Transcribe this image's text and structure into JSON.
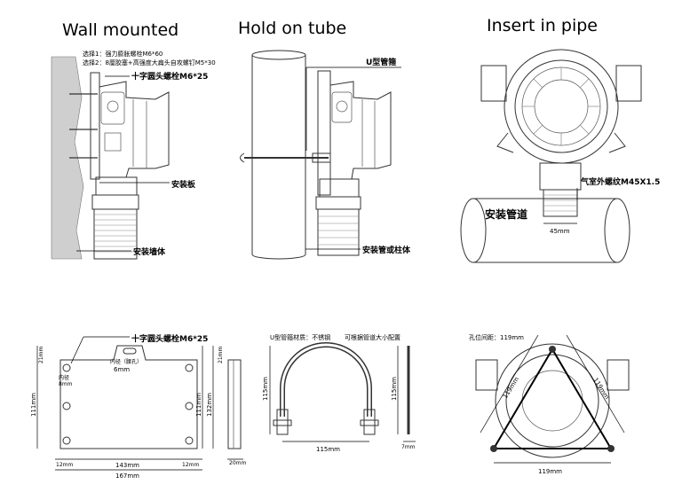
{
  "headings": {
    "wall": "Wall mounted",
    "tube": "Hold on tube",
    "pipe": "Insert in pipe"
  },
  "wall_mounted": {
    "option1": "选择1：强力膨胀螺栓M6*60",
    "option2": "选择2：8厘胶塞+高强度大扁头自攻螺钉M5*30",
    "screw": "十字圆头螺栓M6*25",
    "plate": "安装板",
    "wall": "安装墙体"
  },
  "hold_on_tube": {
    "u_bolt": "U型管箍",
    "pipe_or_column": "安装管或柱体"
  },
  "insert_in_pipe": {
    "thread": "气室外螺纹M45X1.5",
    "pipe": "安装管道",
    "width": "45mm"
  },
  "bracket_drawing": {
    "screw": "十字圆头螺栓M6*25",
    "inner_dia_label": "内径（腰孔）",
    "inner_dia_value": "6mm",
    "hole_label": "内径",
    "hole_value": "8mm",
    "dims": {
      "top": "21mm",
      "height": "111mm",
      "height_right": "111mm",
      "total_height": "132mm",
      "top_right": "21mm",
      "left_margin": "12mm",
      "center": "143mm",
      "right_margin": "12mm",
      "total_width": "167mm",
      "depth": "20mm"
    }
  },
  "ubolt_drawing": {
    "material": "U型管箍材质：不锈钢",
    "note": "可根据管道大小配置",
    "height": "115mm",
    "width": "115mm",
    "side_height": "115mm",
    "side_width": "7mm"
  },
  "hole_spacing_drawing": {
    "title": "孔位间距：119mm",
    "left": "119mm",
    "right": "119mm",
    "bottom": "119mm"
  }
}
